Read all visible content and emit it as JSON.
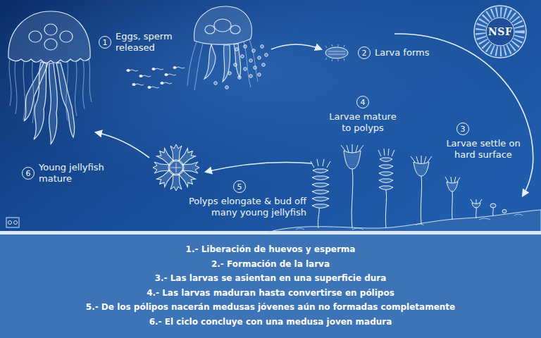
{
  "diagram": {
    "nodes": [
      {
        "text": [
          "1",
          "Eggs, sperm released"
        ]
      },
      {
        "text": [
          "2",
          "Larva forms"
        ]
      },
      {
        "text": [
          "3",
          "Larvae settle on hard surface"
        ]
      },
      {
        "text": [
          "4",
          "Larvae mature to polyps"
        ]
      },
      {
        "text": [
          "5",
          "Polyps elongate & bud off many young jellyfish"
        ]
      },
      {
        "text": [
          "6",
          "Young jellyfish mature"
        ]
      },
      {
        "text": [
          "1.- Liberación de huevos y esperma",
          "2.- Formación de la larva",
          "3.- Las larvas se asientan en una superficie dura",
          "4.- Las larvas maduran hasta convertirse en pólipos",
          "5.- De los pólipos nacerán medusas jóvenes aún no formadas completamente",
          "6.- El ciclo concluye con una medusa joven madura"
        ]
      }
    ],
    "labels": [
      "NSF"
    ]
  }
}
